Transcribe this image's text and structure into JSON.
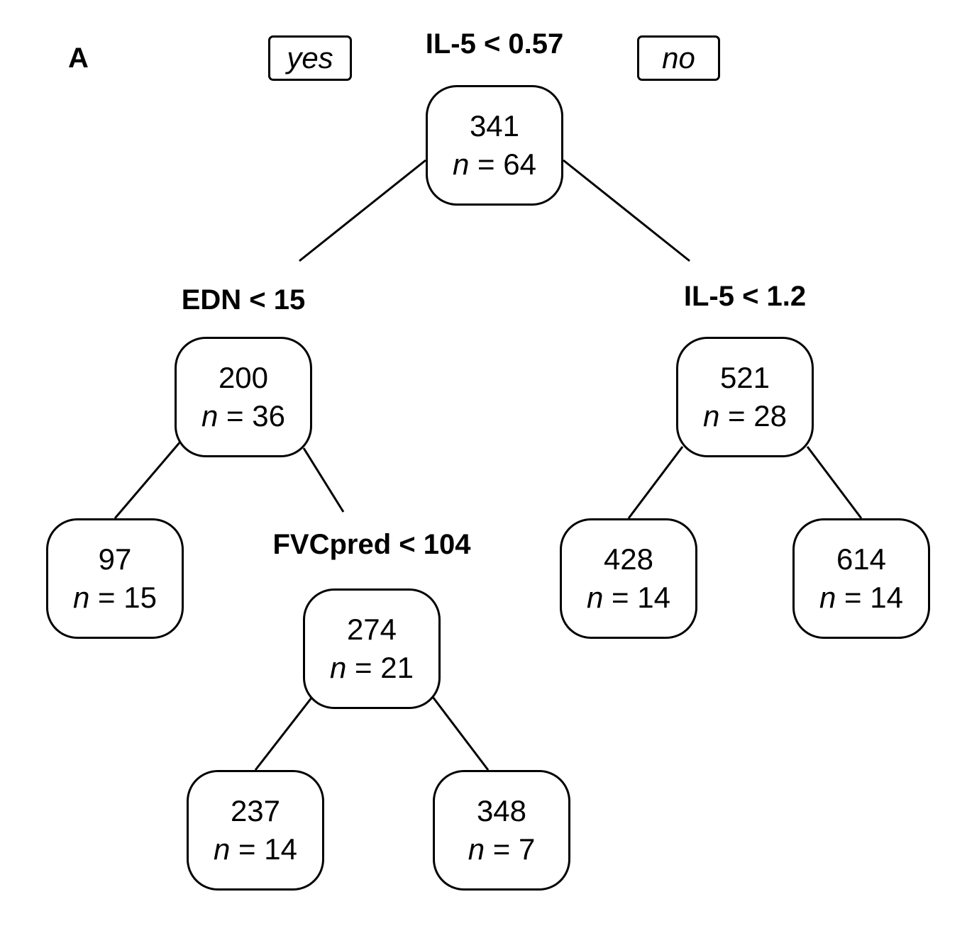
{
  "panel_label": "A",
  "branch_labels": {
    "yes": "yes",
    "no": "no"
  },
  "splits": {
    "root": "IL-5 < 0.57",
    "left": "EDN < 15",
    "right": "IL-5 < 1.2",
    "left_right": "FVCpred < 104"
  },
  "n_prefix": "n",
  "nodes": {
    "root": {
      "value": "341",
      "n": "64"
    },
    "left": {
      "value": "200",
      "n": "36"
    },
    "right": {
      "value": "521",
      "n": "28"
    },
    "left_left": {
      "value": "97",
      "n": "15"
    },
    "left_right": {
      "value": "274",
      "n": "21"
    },
    "right_left": {
      "value": "428",
      "n": "14"
    },
    "right_right": {
      "value": "614",
      "n": "14"
    },
    "lr_left": {
      "value": "237",
      "n": "14"
    },
    "lr_right": {
      "value": "348",
      "n": "7"
    }
  }
}
